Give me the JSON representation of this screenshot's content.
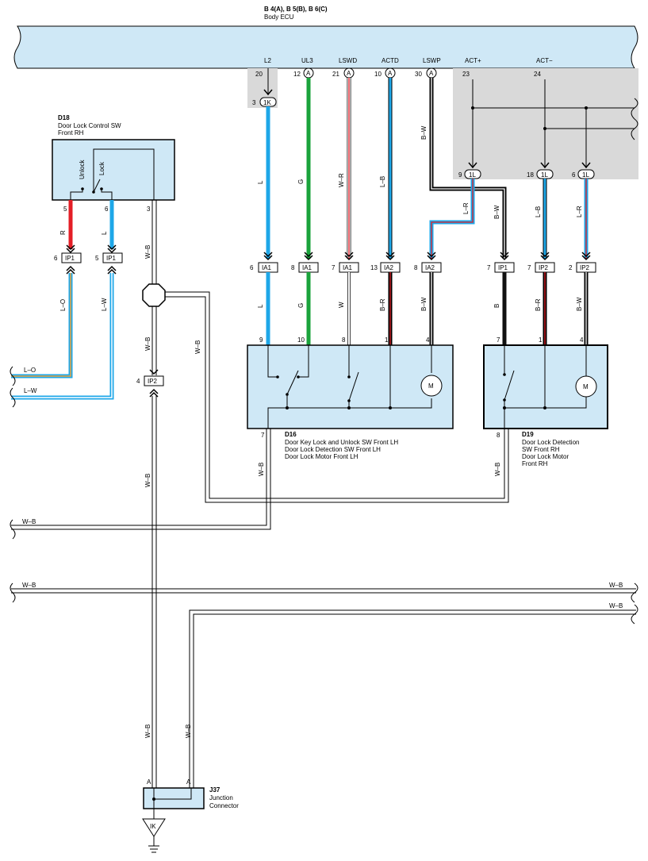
{
  "ecu": {
    "code": "B 4(A), B 5(B), B 6(C)",
    "name": "Body ECU",
    "signals": [
      "L2",
      "UL3",
      "LSWD",
      "ACTD",
      "LSWP",
      "ACT+",
      "ACT−"
    ],
    "pins": [
      "20",
      "12",
      "21",
      "10",
      "30",
      "23",
      "24"
    ],
    "conn_letter": "A"
  },
  "inline": {
    "k1": {
      "pin": "3",
      "label": "1K"
    },
    "l1a": {
      "pin": "9",
      "label": "1L"
    },
    "l1b": {
      "pin": "18",
      "label": "1L"
    },
    "l1c": {
      "pin": "6",
      "label": "1L"
    }
  },
  "d18": {
    "code": "D18",
    "name1": "Door Lock Control SW",
    "name2": "Front RH",
    "unlock": "Unlock",
    "lock": "Lock",
    "pins": [
      "5",
      "6",
      "3"
    ]
  },
  "d16": {
    "code": "D16",
    "line1": "Door Key Lock and Unlock SW Front LH",
    "line2": "Door Lock Detection SW Front LH",
    "line3": "Door Lock Motor Front LH",
    "top_pins": [
      "9",
      "10",
      "8",
      "1",
      "4"
    ],
    "bottom_pin": "7"
  },
  "d19": {
    "code": "D19",
    "line1": "Door Lock Detection",
    "line2": "SW Front RH",
    "line3": "Door Lock Motor",
    "line4": "Front RH",
    "top_pins": [
      "7",
      "1",
      "4"
    ],
    "bottom_pin": "8"
  },
  "j37": {
    "code": "J37",
    "line1": "Junction",
    "line2": "Connector",
    "pin_a": "A"
  },
  "ground": {
    "label": "IK"
  },
  "motor": "M",
  "connectors": {
    "ip1_5": {
      "pin": "6",
      "label": "IP1"
    },
    "ip1_6": {
      "pin": "5",
      "label": "IP1"
    },
    "ip2_mid": {
      "pin": "4",
      "label": "IP2"
    },
    "ia1_a": {
      "pin": "6",
      "label": "IA1"
    },
    "ia1_b": {
      "pin": "8",
      "label": "IA1"
    },
    "ia1_c": {
      "pin": "7",
      "label": "IA1"
    },
    "ia2_a": {
      "pin": "13",
      "label": "IA2"
    },
    "ia2_b": {
      "pin": "8",
      "label": "IA2"
    },
    "ip1_r": {
      "pin": "7",
      "label": "IP1"
    },
    "ip2_r1": {
      "pin": "7",
      "label": "IP2"
    },
    "ip2_r2": {
      "pin": "2",
      "label": "IP2"
    }
  },
  "wires": {
    "R": "R",
    "L": "L",
    "G": "G",
    "W": "W",
    "WR": "W–R",
    "LB": "L–B",
    "BW": "B–W",
    "LR": "L–R",
    "BR": "B–R",
    "B": "B",
    "WB": "W–B",
    "LO": "L–O",
    "LW": "L–W"
  },
  "colors": {
    "ecu_fill": "#cfe8f6",
    "box_fill": "#cfe8f6",
    "gray_area": "#d9d9d9",
    "blue": "#1ea7e8",
    "green": "#1aa33b",
    "red": "#e41e26",
    "orange": "#e8a33d",
    "black": "#111111"
  }
}
